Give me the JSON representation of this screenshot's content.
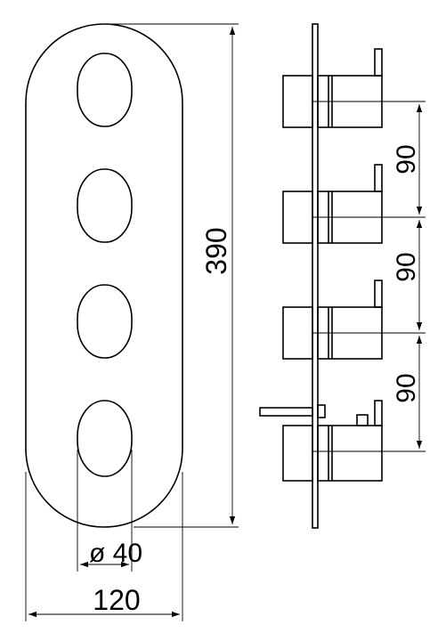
{
  "diagram": {
    "line_color": "#000000",
    "background": "#ffffff",
    "front_view": {
      "outline": "rounded oval plate",
      "knob_openings": 4
    },
    "side_view": {
      "handle_units": 4,
      "spout": "lever on lowest unit"
    },
    "dimensions": {
      "height_label": "390",
      "width_label": "120",
      "diameter_label": "ø 40",
      "spacing_1": "90",
      "spacing_2": "90",
      "spacing_3": "90"
    }
  }
}
